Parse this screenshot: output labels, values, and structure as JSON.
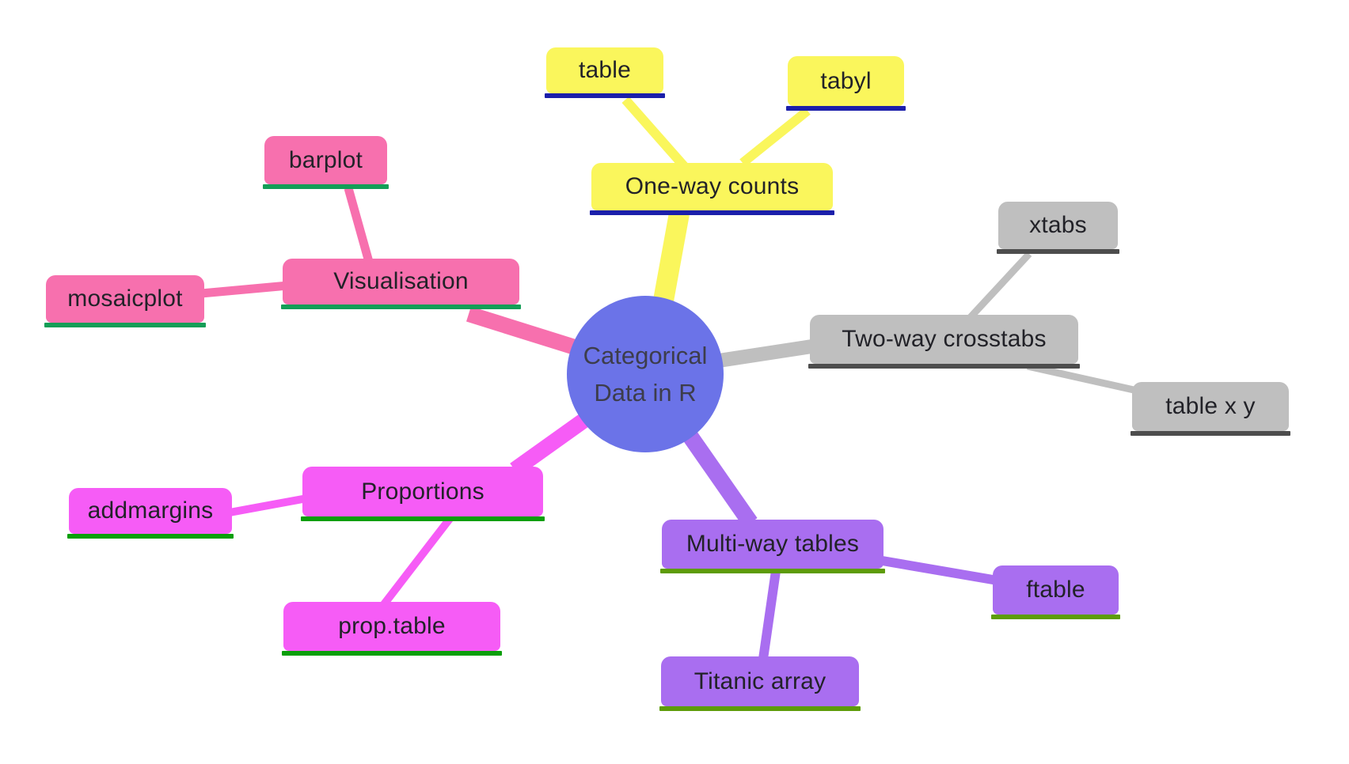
{
  "title": "Categorical Data in R mind map",
  "center": {
    "line1": "Categorical",
    "line2": "Data in R",
    "color": "#6b73e8"
  },
  "branches": {
    "oneway": {
      "label": "One-way counts",
      "color": "#faf65c",
      "underline": "#1b1faa",
      "children": {
        "table": {
          "label": "table"
        },
        "tabyl": {
          "label": "tabyl"
        }
      }
    },
    "twoway": {
      "label": "Two-way crosstabs",
      "color": "#bfbfbf",
      "underline": "#4d4d4d",
      "children": {
        "xtabs": {
          "label": "xtabs"
        },
        "tablexy": {
          "label": "table x y"
        }
      }
    },
    "visual": {
      "label": "Visualisation",
      "color": "#f770ae",
      "underline": "#149e57",
      "children": {
        "barplot": {
          "label": "barplot"
        },
        "mosaicplot": {
          "label": "mosaicplot"
        }
      }
    },
    "proportions": {
      "label": "Proportions",
      "color": "#f65cf6",
      "underline": "#0a9e0a",
      "children": {
        "addmargins": {
          "label": "addmargins"
        },
        "proptable": {
          "label": "prop.table"
        }
      }
    },
    "multiway": {
      "label": "Multi-way tables",
      "color": "#a96ef0",
      "underline": "#5d9c08",
      "children": {
        "ftable": {
          "label": "ftable"
        },
        "titanic": {
          "label": "Titanic array"
        }
      }
    }
  }
}
